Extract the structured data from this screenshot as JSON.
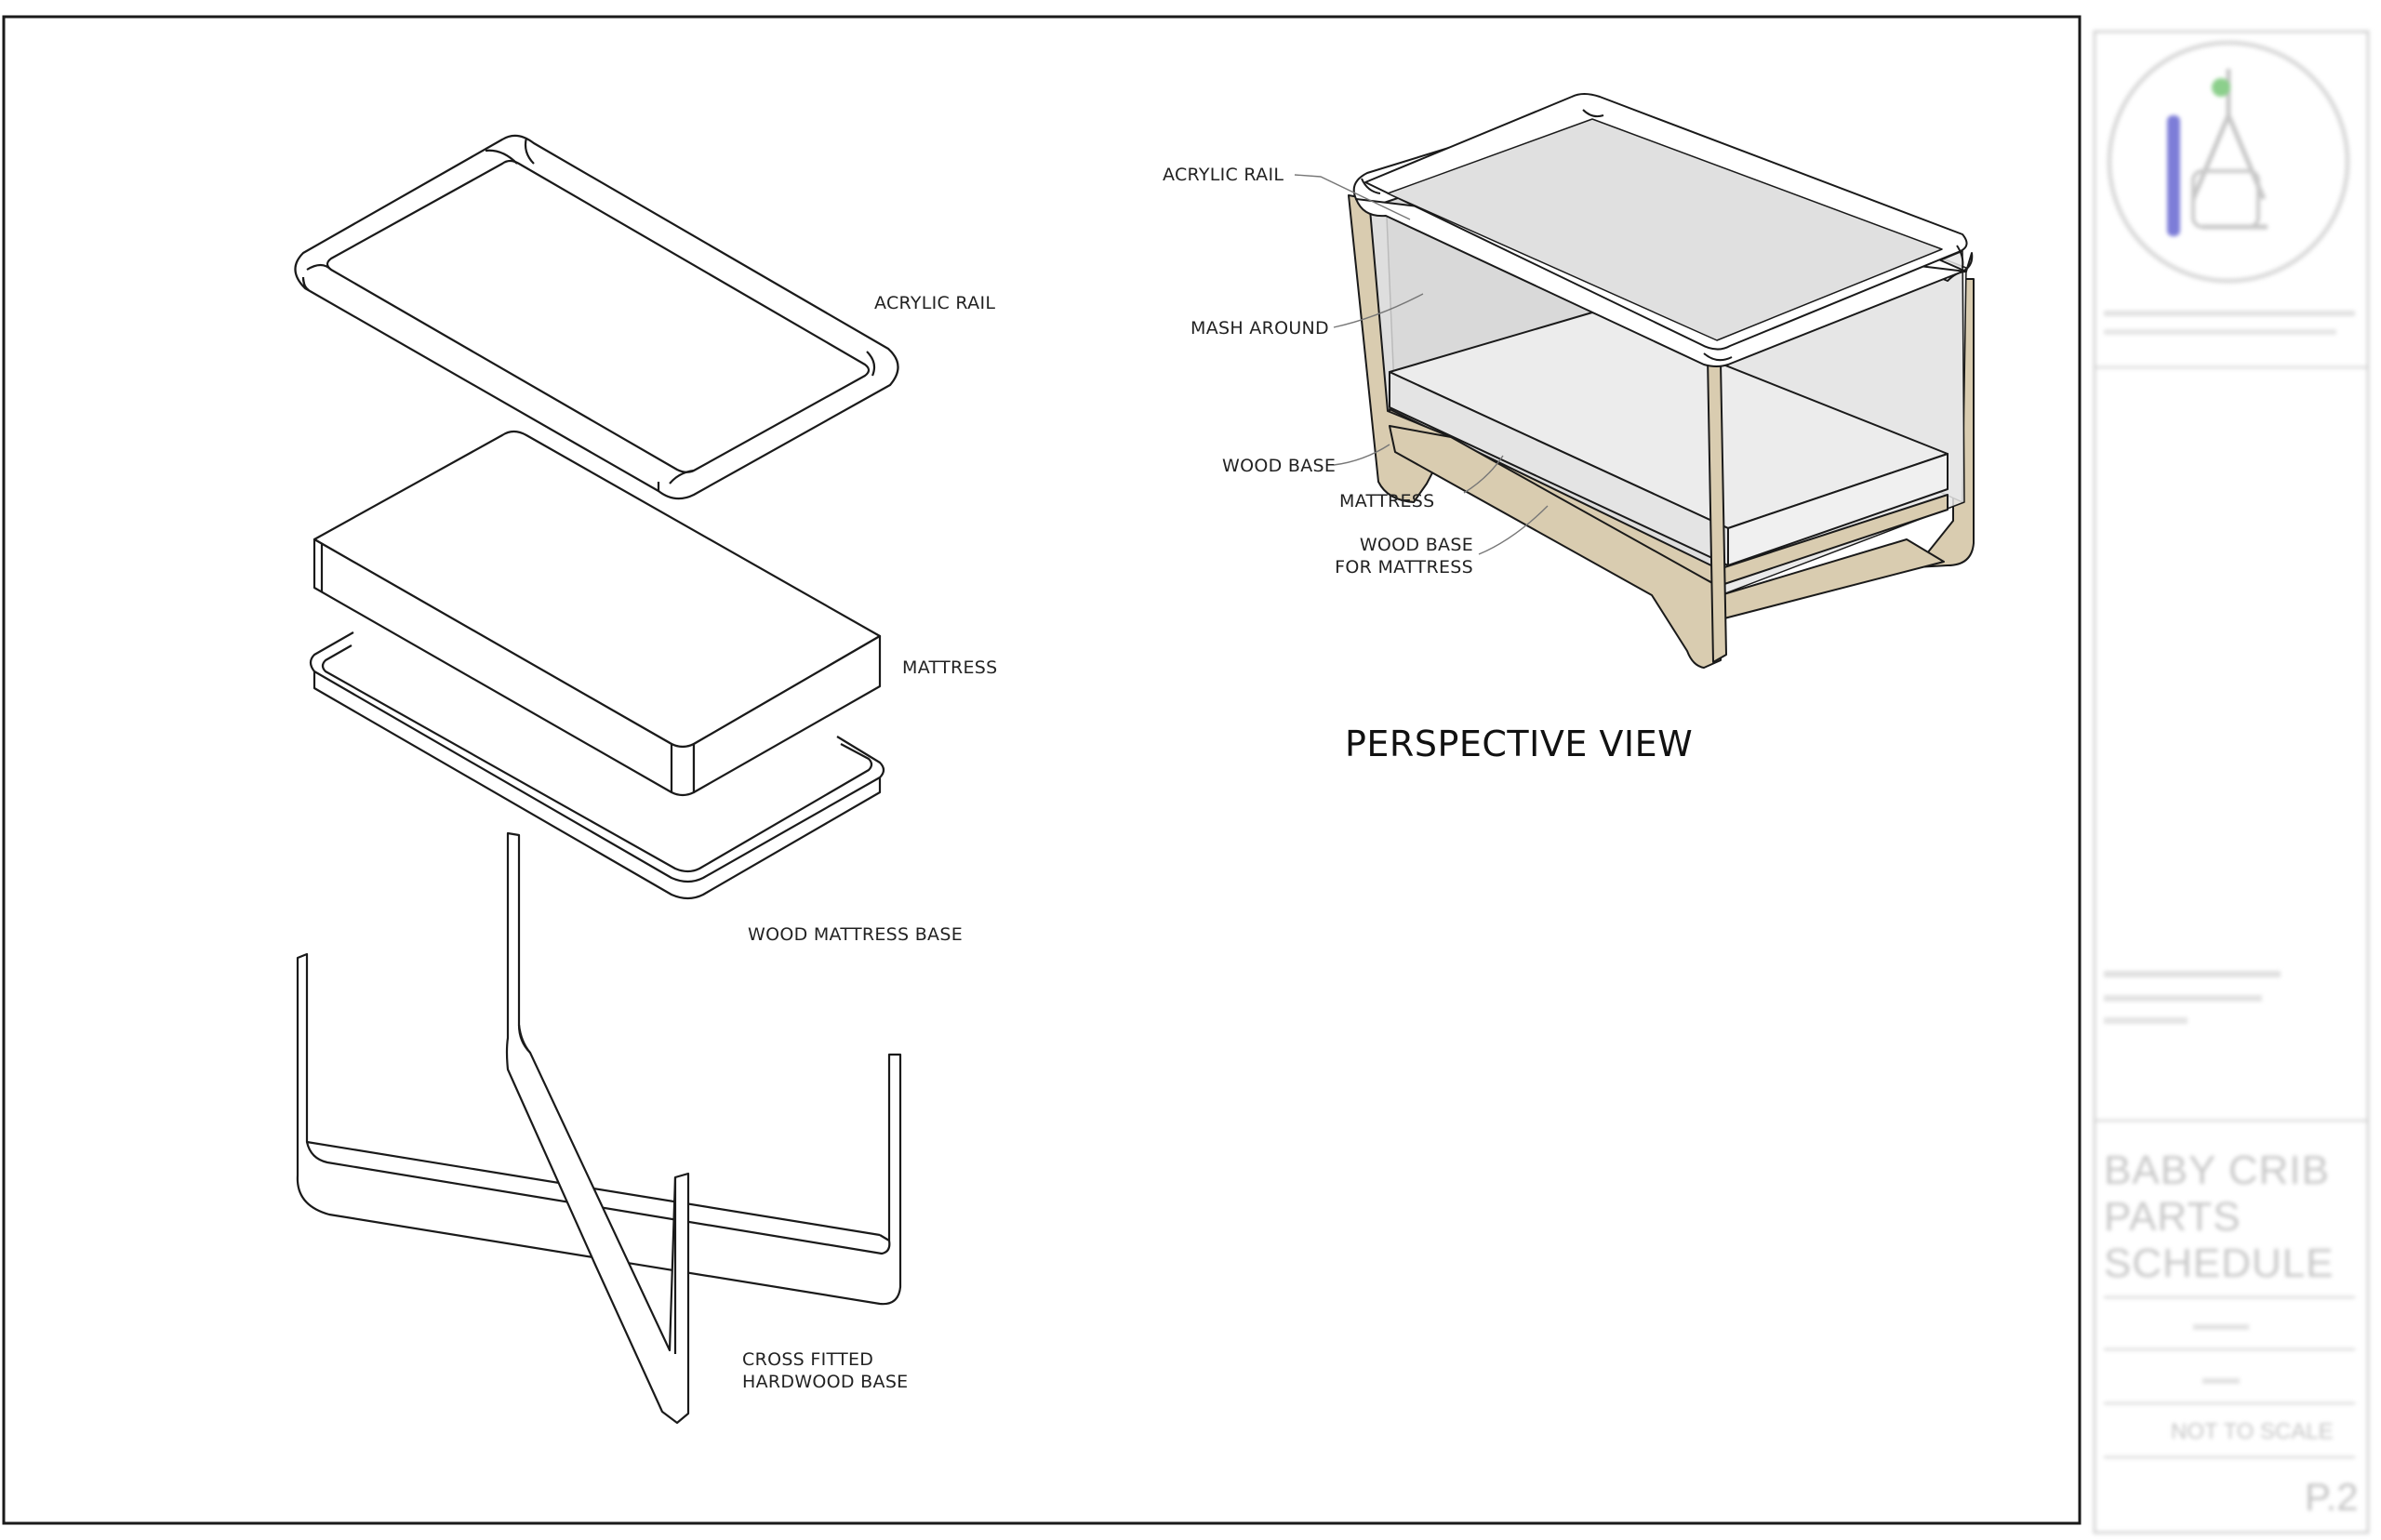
{
  "exploded_view": {
    "labels": {
      "acrylic_rail": "ACRYLIC RAIL",
      "mattress": "MATTRESS",
      "wood_mattress_base": "WOOD MATTRESS BASE",
      "cross_base_line1": "CROSS FITTED",
      "cross_base_line2": "HARDWOOD BASE"
    }
  },
  "perspective_view": {
    "title": "PERSPECTIVE VIEW",
    "labels": {
      "acrylic_rail": "ACRYLIC RAIL",
      "mash_around": "MASH AROUND",
      "wood_base": "WOOD BASE",
      "mattress": "MATTRESS",
      "wood_base_mattress_line1": "WOOD BASE",
      "wood_base_mattress_line2": "FOR MATTRESS"
    }
  },
  "title_block": {
    "project_title_line1": "BABY CRIB",
    "project_title_line2": "PARTS",
    "project_title_line3": "SCHEDULE",
    "scale": "NOT TO SCALE",
    "sheet_number": "P.2"
  },
  "colors": {
    "line": "#1a1a1a",
    "wood": "#d9ccb0",
    "mesh": "#dcdcdc",
    "mattress": "#ececec",
    "rail": "#ffffff"
  }
}
